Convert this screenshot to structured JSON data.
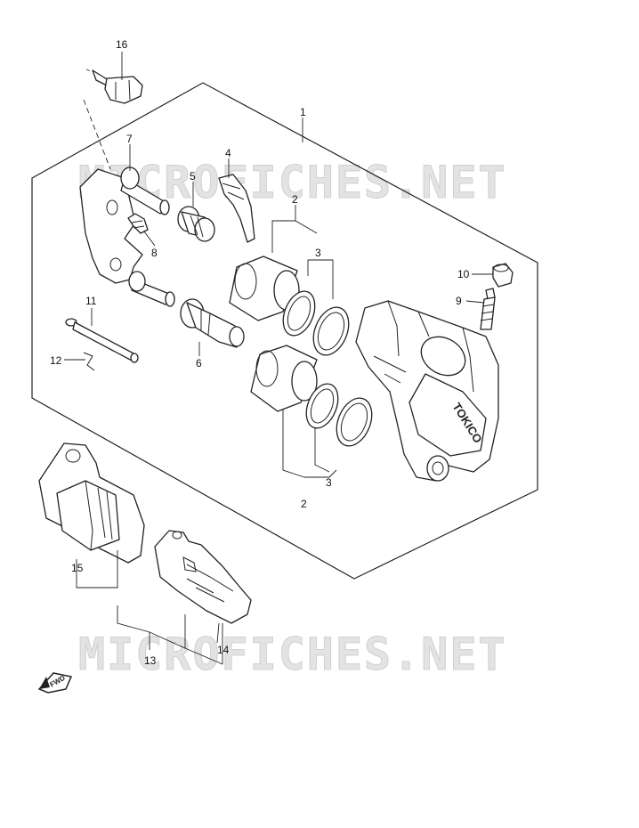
{
  "watermark": {
    "top": "MICROFICHES.NET",
    "bottom": "MICROFICHES.NET"
  },
  "caliper_brand": "TOKICO",
  "fwd_arrow": "FWD",
  "callouts": {
    "c1": "1",
    "c2a": "2",
    "c2b": "2",
    "c3a": "3",
    "c3b": "3",
    "c4": "4",
    "c5": "5",
    "c6": "6",
    "c7": "7",
    "c8": "8",
    "c9": "9",
    "c10": "10",
    "c11": "11",
    "c12": "12",
    "c13": "13",
    "c14": "14",
    "c15": "15",
    "c16": "16"
  }
}
